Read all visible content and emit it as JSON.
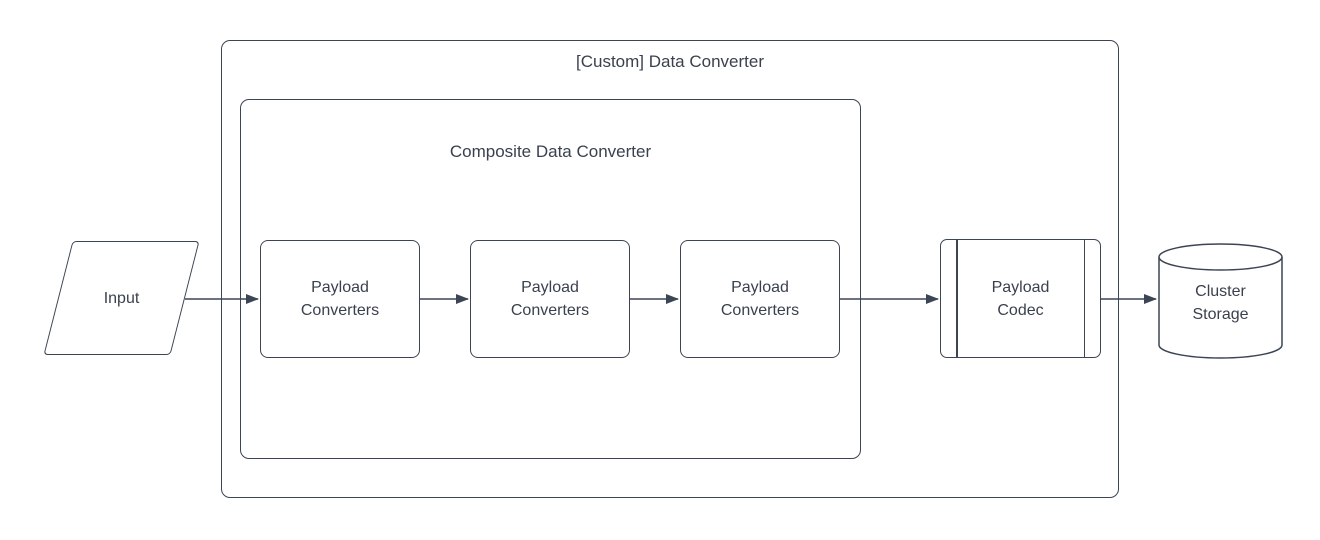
{
  "diagram": {
    "type": "flowchart",
    "background_color": "#ffffff",
    "stroke_color": "#3c4553",
    "text_color": "#3a414e",
    "groups": {
      "custom_data_converter": {
        "label": "[Custom] Data Converter",
        "shape": "rounded-rectangle"
      },
      "composite_data_converter": {
        "label": "Composite Data Converter",
        "shape": "rounded-rectangle",
        "parent": "[Custom] Data Converter"
      }
    },
    "nodes": {
      "input": {
        "label": "Input",
        "shape": "parallelogram"
      },
      "payload_converters": [
        {
          "label": "Payload Converters",
          "shape": "rounded-rectangle",
          "parent": "Composite Data Converter"
        },
        {
          "label": "Payload Converters",
          "shape": "rounded-rectangle",
          "parent": "Composite Data Converter"
        },
        {
          "label": "Payload Converters",
          "shape": "rounded-rectangle",
          "parent": "Composite Data Converter"
        }
      ],
      "payload_codec": {
        "label": "Payload Codec",
        "shape": "predefined-process",
        "parent": "[Custom] Data Converter"
      },
      "cluster_storage": {
        "label": "Cluster Storage",
        "shape": "cylinder"
      }
    },
    "edges": [
      {
        "from": "Input",
        "to": "Payload Converters 1"
      },
      {
        "from": "Payload Converters 1",
        "to": "Payload Converters 2"
      },
      {
        "from": "Payload Converters 2",
        "to": "Payload Converters 3"
      },
      {
        "from": "Payload Converters 3",
        "to": "Payload Codec"
      },
      {
        "from": "Payload Codec",
        "to": "Cluster Storage"
      }
    ]
  }
}
